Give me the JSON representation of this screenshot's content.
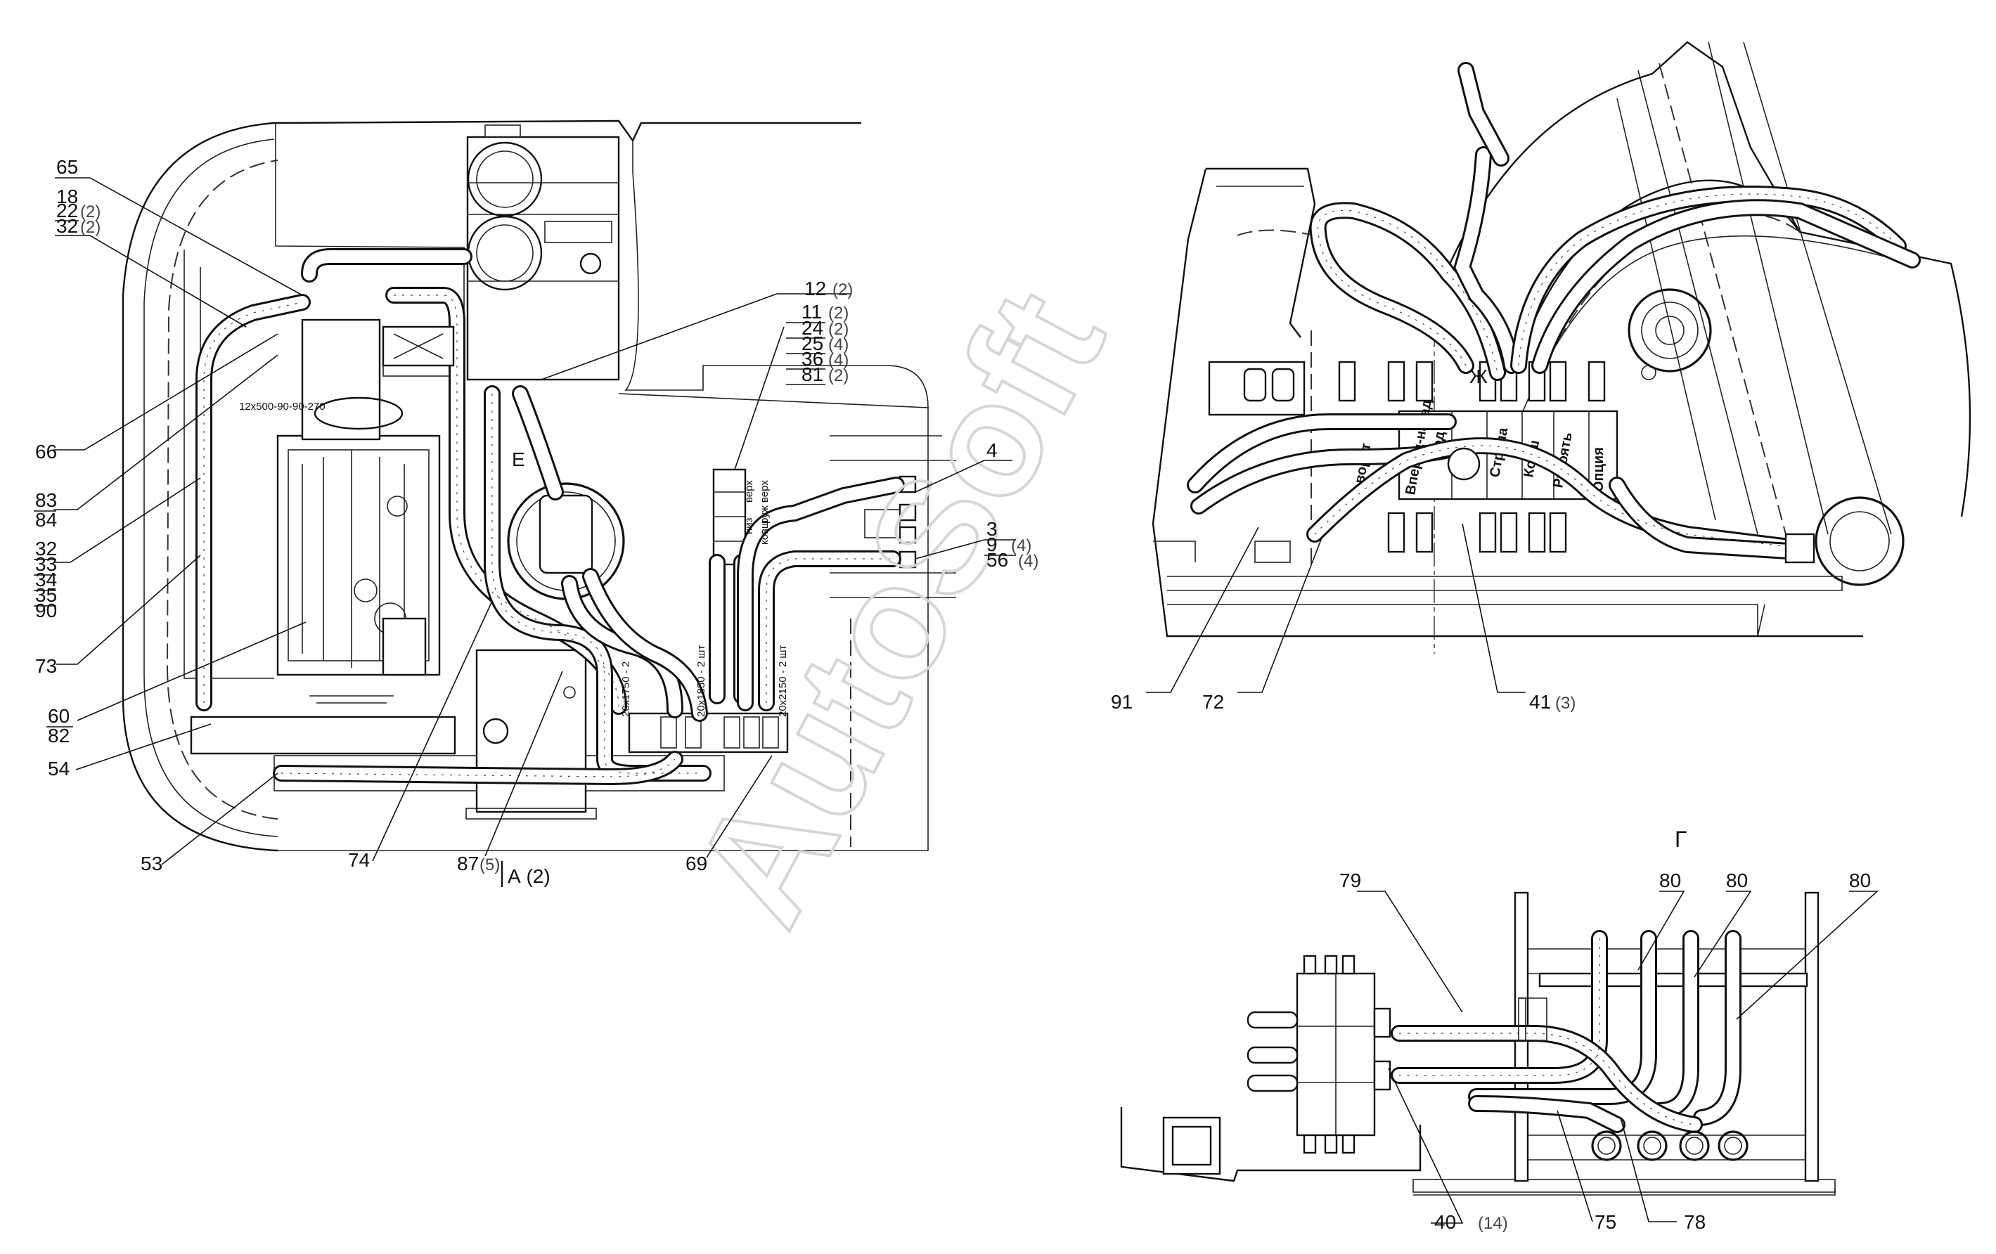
{
  "callouts": {
    "c65": "65",
    "c18": "18",
    "c22": "22",
    "c22q": "(2)",
    "c32a": "32",
    "c32aq": "(2)",
    "c66": "66",
    "c83": "83",
    "c84": "84",
    "c32b": "32",
    "c33": "33",
    "c34": "34",
    "c35": "35",
    "c90": "90",
    "c73": "73",
    "c60": "60",
    "c82": "82",
    "c54": "54",
    "c53": "53",
    "c74": "74",
    "c87": "87",
    "c87q": "(5)",
    "c69": "69",
    "c12": "12",
    "c12q": "(2)",
    "c11": "11",
    "c11q": "(2)",
    "c24": "24",
    "c24q": "(2)",
    "c25": "25",
    "c25q": "(4)",
    "c36": "36",
    "c36q": "(4)",
    "c81": "81",
    "c81q": "(2)",
    "c4": "4",
    "c3": "3",
    "c9": "9",
    "c9q": "(4)",
    "c56": "56",
    "c56q": "(4)",
    "c91": "91",
    "c72": "72",
    "c41": "41",
    "c41q": "(3)",
    "c79": "79",
    "c80a": "80",
    "c80b": "80",
    "c80c": "80",
    "c40": "40",
    "c40q": "(14)",
    "c75": "75",
    "c78": "78"
  },
  "views": {
    "section_a": "А (2)",
    "view_g": "Г",
    "mark_e": "Е",
    "mark_zh": "Ж"
  },
  "notes": {
    "hose_spec": "12х500-90-90-270",
    "hose_spec_2": "20х2150 - 2 шт",
    "hose_spec_3": "20х1850 - 2 шт",
    "hose_spec_4": "20х1750 - 2"
  },
  "valve_labels": [
    "Поворот",
    "Вперед-назад",
    "Ход",
    "Стрела",
    "Ковш",
    "Рукоять",
    "Опция"
  ],
  "hose_tags": [
    "верх",
    "верх",
    "низ",
    "руж",
    "ковш"
  ],
  "watermark": "AutoSoft"
}
